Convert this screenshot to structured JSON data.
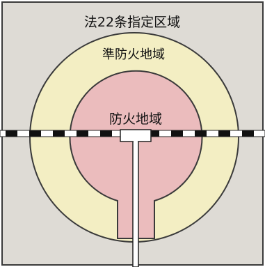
{
  "zones": {
    "outer_label": "法22条指定区域",
    "quasi_label": "準防火地域",
    "fire_label": "防火地域"
  },
  "colors": {
    "outer_fill": "#dedbd5",
    "quasi_fill": "#f3eec3",
    "fire_fill": "#ebbcbd",
    "stroke": "#3a3a3a",
    "road_dark": "#111111",
    "road_light": "#ffffff"
  }
}
